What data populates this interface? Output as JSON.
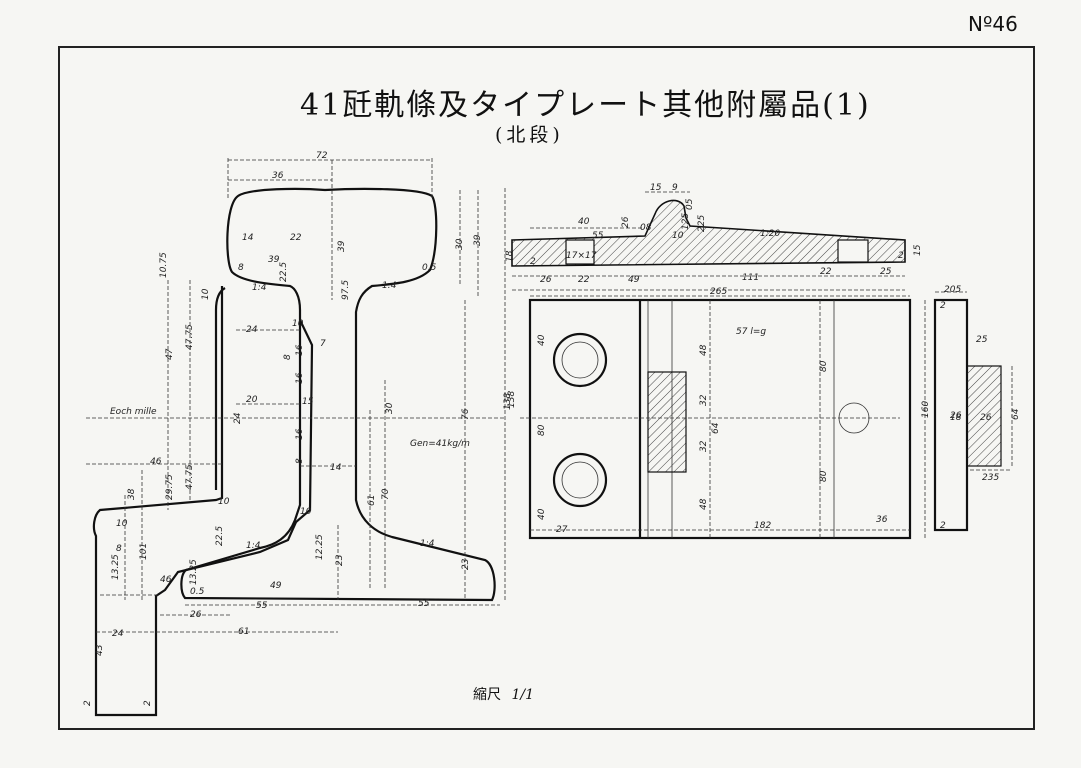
{
  "sheet": {
    "number": "Nº46",
    "title": "41瓩軌條及タイプレート其他附屬品(1)",
    "subtitle": "(北段)",
    "scale_label": "縮尺",
    "scale_value": "1/1"
  },
  "rail_section": {
    "labels": {
      "each_mille": "Eoch mille",
      "weight": "Gen=41kg/m",
      "incline_head_left": "1:4",
      "incline_head_right": "1:4",
      "incline_base_left": "1:4",
      "incline_base_right": "1:4"
    },
    "dimensions": [
      "72",
      "36",
      "14",
      "22",
      "39",
      "39",
      "30",
      "39",
      "10.75",
      "97.5",
      "0.5",
      "22.5",
      "8",
      "47",
      "47.75",
      "10",
      "24",
      "10",
      "16",
      "16",
      "8",
      "7",
      "20",
      "15",
      "24",
      "16",
      "8",
      "46",
      "29.75",
      "47.75",
      "38",
      "10",
      "8",
      "101",
      "13.25",
      "10",
      "10",
      "22.5",
      "12.25",
      "23",
      "61",
      "70",
      "30",
      "76",
      "138",
      "14",
      "13.25",
      "46",
      "0.5",
      "49",
      "23",
      "26",
      "55",
      "55",
      "61",
      "24",
      "43",
      "2",
      "2"
    ]
  },
  "tie_plate_side": {
    "labels": {
      "slope": "1:20"
    },
    "dimensions": [
      "15",
      "9",
      "40",
      "26",
      "55",
      "17×17",
      "18",
      "2",
      "26",
      "22",
      "49",
      "111",
      "22",
      "25",
      "15",
      "2",
      "05",
      "08",
      "10",
      "125",
      "225"
    ]
  },
  "tie_plate_plan": {
    "labels": {
      "weight": "57 l=g"
    },
    "dimensions": [
      "265",
      "40",
      "80",
      "40",
      "27",
      "48",
      "32",
      "64",
      "32",
      "48",
      "80",
      "80",
      "182",
      "36",
      "138",
      "160",
      "26"
    ]
  },
  "tie_plate_end": {
    "dimensions": [
      "205",
      "25",
      "18",
      "26",
      "64",
      "235",
      "2",
      "2"
    ]
  }
}
